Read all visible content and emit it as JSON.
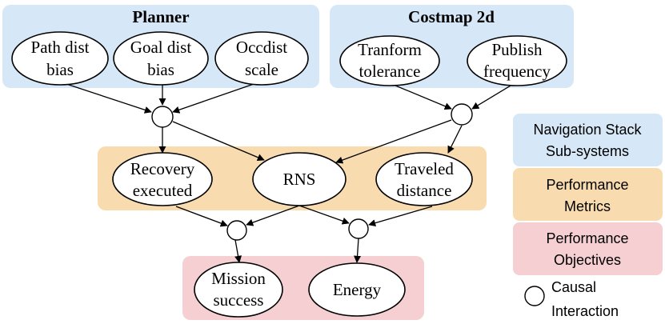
{
  "colors": {
    "subsystem_fill": "#d6e7f7",
    "metrics_fill": "#f8dcb0",
    "objectives_fill": "#f5cfd1",
    "line": "#000000"
  },
  "groups": {
    "planner": {
      "title": "Planner"
    },
    "costmap": {
      "title": "Costmap 2d"
    }
  },
  "nodes": {
    "path_dist_bias": {
      "line1": "Path dist",
      "line2": "bias"
    },
    "goal_dist_bias": {
      "line1": "Goal dist",
      "line2": "bias"
    },
    "occdist_scale": {
      "line1": "Occdist",
      "line2": "scale"
    },
    "transform_tolerance": {
      "line1": "Tranform",
      "line2": "tolerance"
    },
    "publish_frequency": {
      "line1": "Publish",
      "line2": "frequency"
    },
    "recovery_executed": {
      "line1": "Recovery",
      "line2": "executed"
    },
    "rns": {
      "label": "RNS"
    },
    "traveled_distance": {
      "line1": "Traveled",
      "line2": "distance"
    },
    "mission_success": {
      "line1": "Mission",
      "line2": "success"
    },
    "energy": {
      "label": "Energy"
    }
  },
  "legend": {
    "subsystems": {
      "line1": "Navigation Stack",
      "line2": "Sub-systems"
    },
    "metrics": {
      "line1": "Performance",
      "line2": "Metrics"
    },
    "objectives": {
      "line1": "Performance",
      "line2": "Objectives"
    },
    "causal": {
      "line1": "Causal",
      "line2": "Interaction"
    }
  }
}
